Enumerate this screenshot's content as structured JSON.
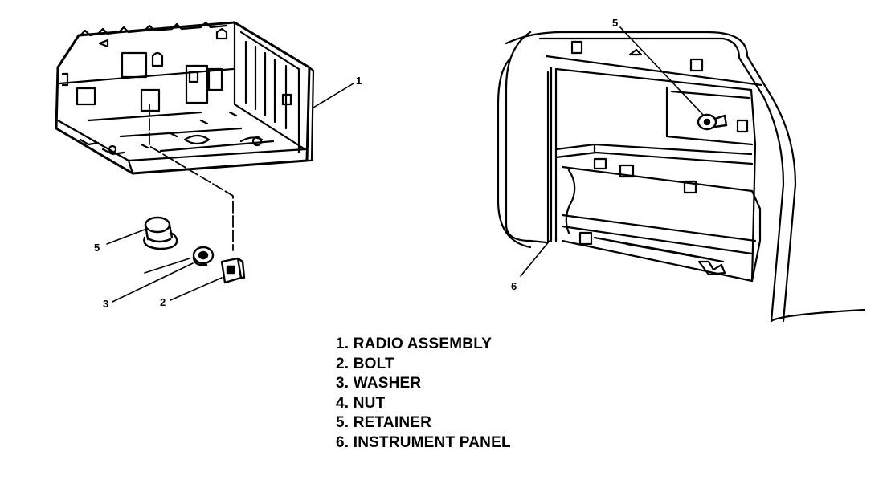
{
  "callouts": {
    "radio_assembly": "1",
    "retainer_left": "5",
    "washer": "3",
    "bolt": "2",
    "retainer_right": "5",
    "instrument_panel": "6"
  },
  "legend": [
    {
      "number": "1.",
      "label": "RADIO ASSEMBLY"
    },
    {
      "number": "2.",
      "label": "BOLT"
    },
    {
      "number": "3.",
      "label": "WASHER"
    },
    {
      "number": "4.",
      "label": "NUT"
    },
    {
      "number": "5.",
      "label": "RETAINER"
    },
    {
      "number": "6.",
      "label": "INSTRUMENT PANEL"
    }
  ]
}
